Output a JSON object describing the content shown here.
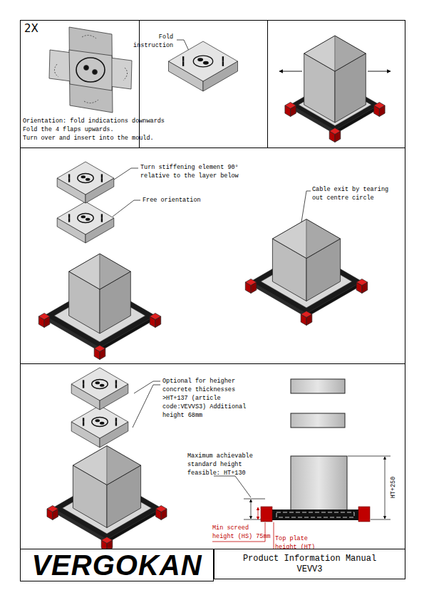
{
  "diagram": {
    "nodes": [
      {
        "text": [
          "VERGOKAN"
        ]
      },
      {
        "text": [
          "Product Information Manual",
          "VEVV3"
        ]
      }
    ],
    "labels": [
      "2X",
      "Orientation: fold indications downwards",
      "Fold the 4 flaps upwards.",
      "Turn over and insert into the mould.",
      "Fold instruction",
      "Turn stiffening element 90° relative to the layer below",
      "Free orientation",
      "Cable exit by tearing out centre circle",
      "Optional for heigher concrete thicknesses >HT+137 (article code:VEVVS3) Additional height 68mm",
      "Maximum achievable standard height feasible: HT+130",
      "HT+250",
      "Min screed height (HS) 75mm",
      "Top plate height (HT)"
    ]
  }
}
